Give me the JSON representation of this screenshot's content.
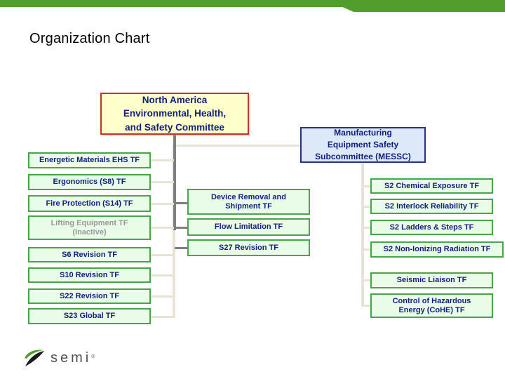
{
  "slide": {
    "title": "Organization Chart"
  },
  "logo": {
    "text": "semi",
    "mark": "®"
  },
  "colors": {
    "banner_green": "#519e2d",
    "task_force_fill": "#e8fce8",
    "task_force_border": "#47a447",
    "root_fill": "#ffffcc",
    "root_border": "#c0342b",
    "subcommittee_fill": "#dde9f8",
    "subcommittee_border": "#2a3580",
    "text_navy": "#101f7c",
    "inactive_text": "#999999",
    "connector_light": "#e8e3d6",
    "connector_dark": "#7f7f7f"
  },
  "chart": {
    "root": {
      "lines": [
        "North America",
        "Environmental, Health,",
        "and Safety Committee"
      ]
    },
    "subcommittee": {
      "lines": [
        "Manufacturing",
        "Equipment Safety",
        "Subcommittee (MESSC)"
      ]
    },
    "left_task_forces": [
      {
        "label": "Energetic Materials EHS TF"
      },
      {
        "label": "Ergonomics (S8) TF"
      },
      {
        "label": "Fire Protection (S14) TF"
      },
      {
        "label": "Lifting Equipment TF (Inactive)",
        "status": "inactive"
      },
      {
        "label": "S6 Revision TF"
      },
      {
        "label": "S10 Revision TF"
      },
      {
        "label": "S22 Revision TF"
      },
      {
        "label": "S23 Global TF"
      }
    ],
    "middle_task_forces": [
      {
        "label": "Device Removal and Shipment TF"
      },
      {
        "label": "Flow Limitation TF"
      },
      {
        "label": "S27 Revision TF"
      }
    ],
    "subcommittee_task_forces": [
      {
        "label": "S2 Chemical Exposure TF"
      },
      {
        "label": "S2 Interlock Reliability TF"
      },
      {
        "label": "S2 Ladders & Steps TF"
      },
      {
        "label": "S2 Non-Ionizing Radiation TF"
      },
      {
        "label": "Seismic Liaison TF"
      },
      {
        "label": "Control of Hazardous Energy (CoHE) TF"
      }
    ]
  }
}
